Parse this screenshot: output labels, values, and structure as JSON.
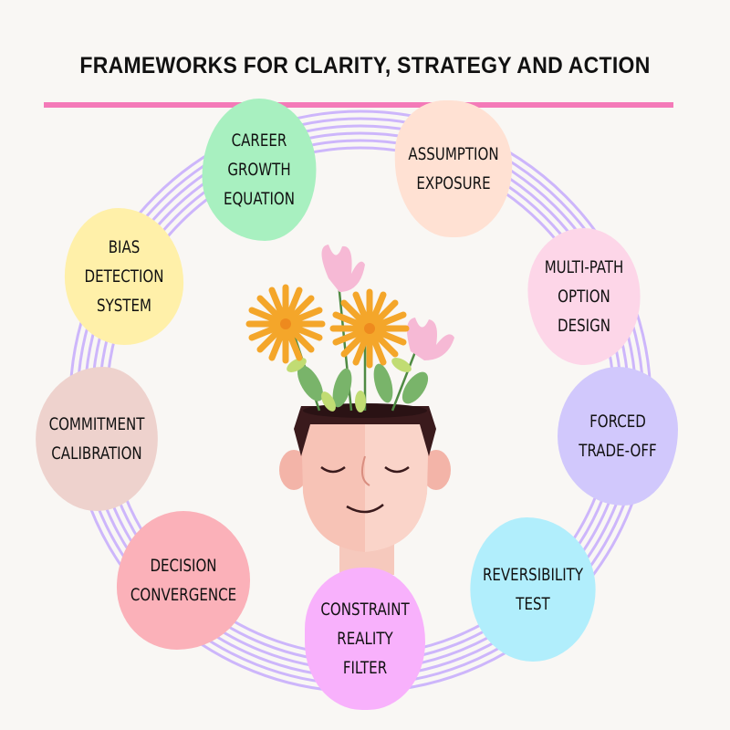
{
  "title": "FRAMEWORKS FOR CLARITY, STRATEGY AND ACTION",
  "colors": {
    "accent": "#f47ab8",
    "ring": "#cdb6fb"
  },
  "frameworks": [
    {
      "id": "career",
      "lines": [
        "CAREER",
        "GROWTH",
        "EQUATION"
      ],
      "color": "#a8f0c0"
    },
    {
      "id": "assumption",
      "lines": [
        "ASSUMPTION",
        "EXPOSURE"
      ],
      "color": "#ffe1d3"
    },
    {
      "id": "multipath",
      "lines": [
        "MULTI-PATH",
        "OPTION",
        "DESIGN"
      ],
      "color": "#fdd6e8"
    },
    {
      "id": "bias",
      "lines": [
        "BIAS",
        "DETECTION",
        "SYSTEM"
      ],
      "color": "#fff0a9"
    },
    {
      "id": "commitment",
      "lines": [
        "COMMITMENT",
        "CALIBRATION"
      ],
      "color": "#eed2cd"
    },
    {
      "id": "forced",
      "lines": [
        "FORCED",
        "TRADE-OFF"
      ],
      "color": "#d1c8fc"
    },
    {
      "id": "decision",
      "lines": [
        "DECISION",
        "CONVERGENCE"
      ],
      "color": "#fbb1b9"
    },
    {
      "id": "reversibility",
      "lines": [
        "REVERSIBILITY",
        "TEST"
      ],
      "color": "#b1eefc"
    },
    {
      "id": "constraint",
      "lines": [
        "CONSTRAINT",
        "REALITY",
        "FILTER"
      ],
      "color": "#f8b1fc"
    }
  ]
}
